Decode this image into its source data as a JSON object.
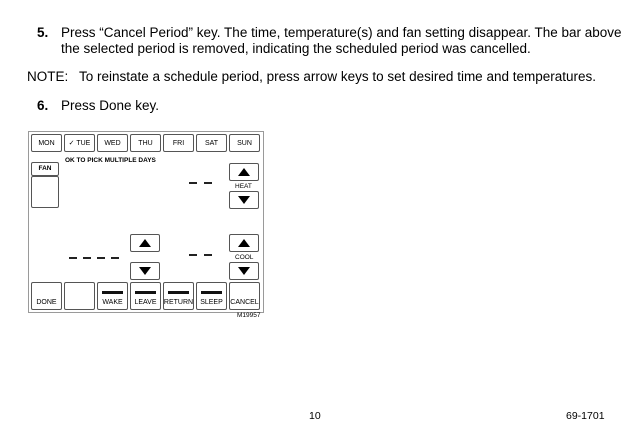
{
  "steps": [
    {
      "number": "5.",
      "text_line1": "Press “Cancel Period” key. The time, temperature(s) and fan setting disappear. The bar above",
      "text_line2": "the selected period is removed, indicating the scheduled period was cancelled."
    },
    {
      "number": "6.",
      "text_line1": "Press Done key."
    }
  ],
  "note": {
    "label": "NOTE:",
    "text": "To reinstate a schedule period, press arrow keys to set desired time and temperatures."
  },
  "thermostat": {
    "days": [
      "MON",
      "✓ TUE",
      "WED",
      "THU",
      "FRI",
      "SAT",
      "SUN"
    ],
    "multi_days_label": "OK TO PICK MULTIPLE DAYS",
    "fan_label": "FAN",
    "heat_label": "HEAT",
    "cool_label": "COOL",
    "bottom_buttons": [
      "DONE",
      "",
      "WAKE",
      "LEAVE",
      "RETURN",
      "SLEEP",
      "CANCEL"
    ],
    "figure_id": "M19957",
    "icons": {
      "up": "up-arrow-icon",
      "down": "down-arrow-icon"
    }
  },
  "footer": {
    "page_number": "10",
    "doc_number": "69-1701"
  }
}
